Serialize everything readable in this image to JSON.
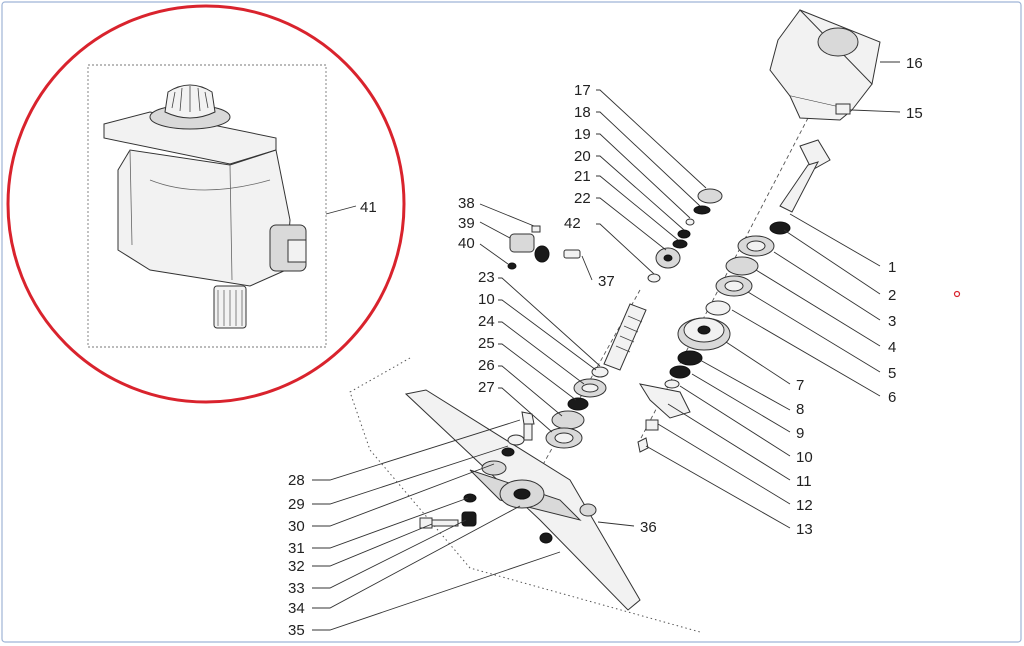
{
  "diagram": {
    "border_color": "#9fb4d6",
    "highlight_color": "#d9232d",
    "labels": [
      {
        "id": "1",
        "text": "1"
      },
      {
        "id": "2",
        "text": "2"
      },
      {
        "id": "3",
        "text": "3"
      },
      {
        "id": "4",
        "text": "4"
      },
      {
        "id": "5",
        "text": "5"
      },
      {
        "id": "6",
        "text": "6"
      },
      {
        "id": "7",
        "text": "7"
      },
      {
        "id": "8",
        "text": "8"
      },
      {
        "id": "9",
        "text": "9"
      },
      {
        "id": "10a",
        "text": "10"
      },
      {
        "id": "10b",
        "text": "10"
      },
      {
        "id": "11",
        "text": "11"
      },
      {
        "id": "12",
        "text": "12"
      },
      {
        "id": "13",
        "text": "13"
      },
      {
        "id": "15",
        "text": "15"
      },
      {
        "id": "16",
        "text": "16"
      },
      {
        "id": "17",
        "text": "17"
      },
      {
        "id": "18",
        "text": "18"
      },
      {
        "id": "19",
        "text": "19"
      },
      {
        "id": "20",
        "text": "20"
      },
      {
        "id": "21",
        "text": "21"
      },
      {
        "id": "22",
        "text": "22"
      },
      {
        "id": "23",
        "text": "23"
      },
      {
        "id": "24",
        "text": "24"
      },
      {
        "id": "25",
        "text": "25"
      },
      {
        "id": "26",
        "text": "26"
      },
      {
        "id": "27",
        "text": "27"
      },
      {
        "id": "28",
        "text": "28"
      },
      {
        "id": "29",
        "text": "29"
      },
      {
        "id": "30",
        "text": "30"
      },
      {
        "id": "31",
        "text": "31"
      },
      {
        "id": "32",
        "text": "32"
      },
      {
        "id": "33",
        "text": "33"
      },
      {
        "id": "34",
        "text": "34"
      },
      {
        "id": "35",
        "text": "35"
      },
      {
        "id": "36",
        "text": "36"
      },
      {
        "id": "37",
        "text": "37"
      },
      {
        "id": "38",
        "text": "38"
      },
      {
        "id": "39",
        "text": "39"
      },
      {
        "id": "40",
        "text": "40"
      },
      {
        "id": "41",
        "text": "41"
      },
      {
        "id": "42",
        "text": "42"
      }
    ]
  }
}
